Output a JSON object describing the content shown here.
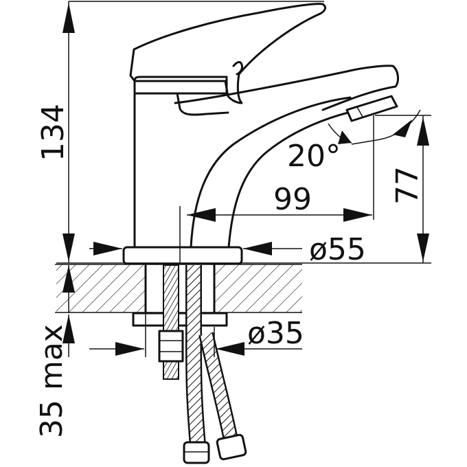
{
  "dimensions": {
    "height_total": "134",
    "spout_angle": "20°",
    "spout_reach": "99",
    "outlet_height": "77",
    "base_diameter": "ø55",
    "hole_diameter": "ø35",
    "max_countertop": "35 max"
  }
}
